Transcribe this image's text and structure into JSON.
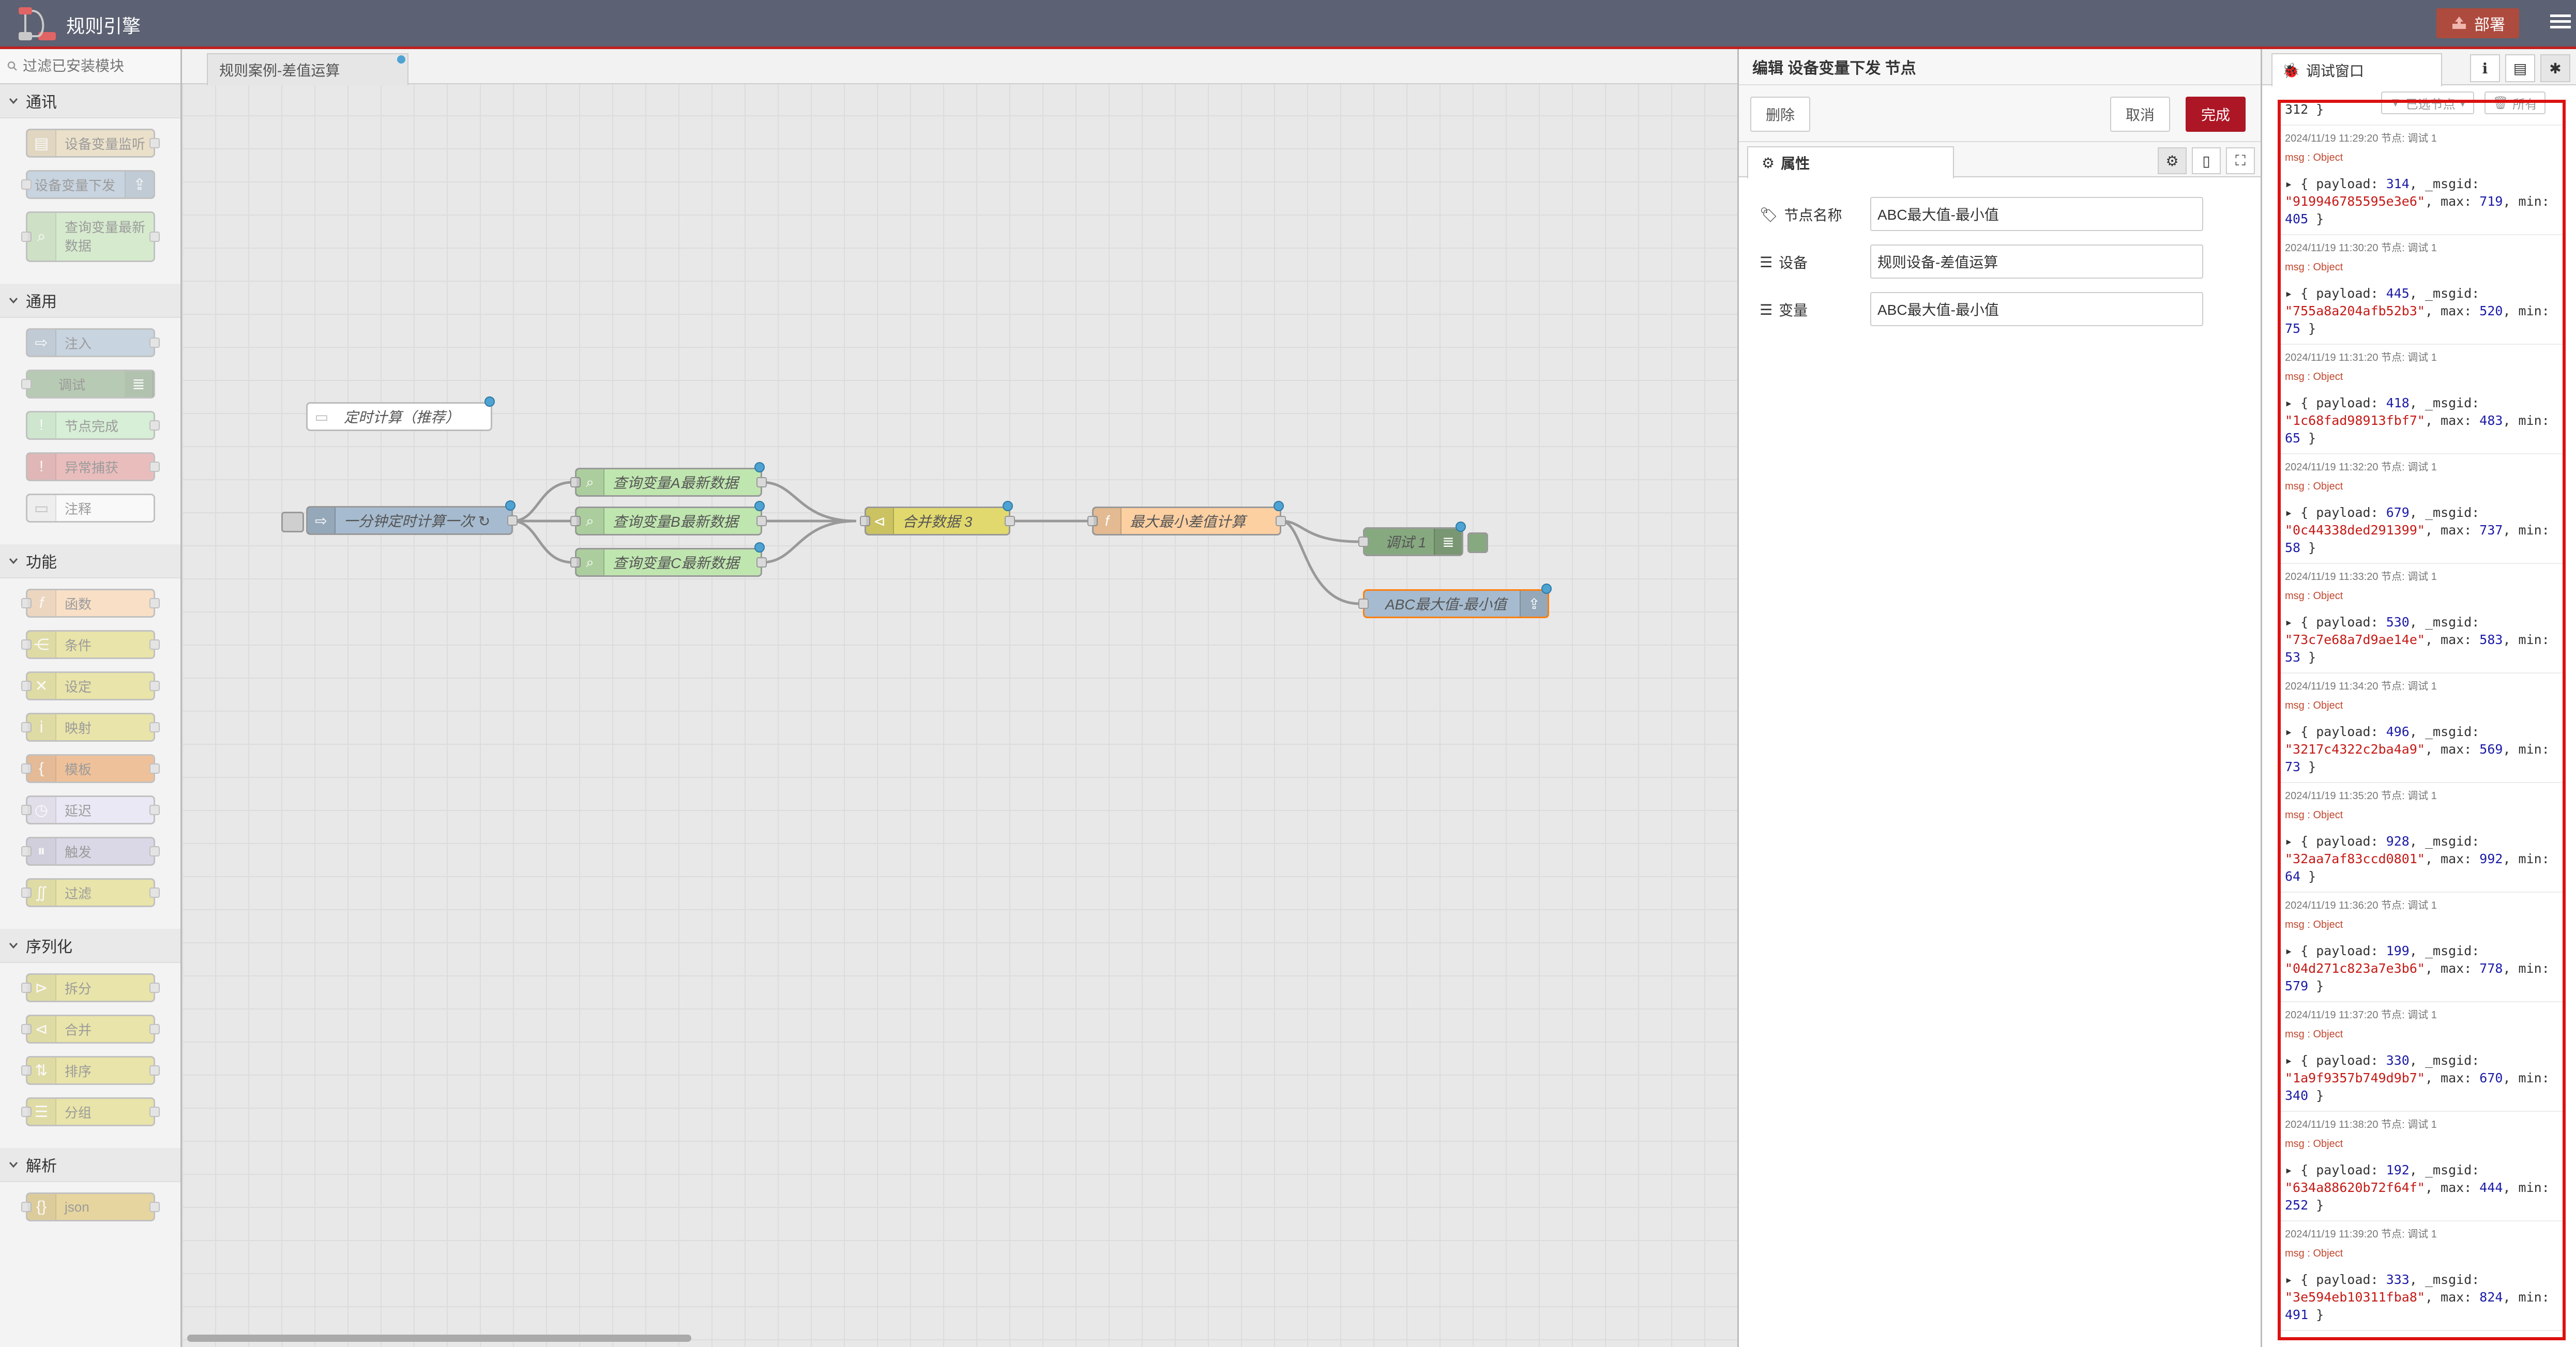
{
  "header": {
    "app_title": "规则引擎",
    "deploy_label": "部署"
  },
  "palette": {
    "search_placeholder": "过滤已安装模块",
    "categories": [
      {
        "title": "通讯",
        "nodes": [
          "设备变量监听",
          "设备变量下发",
          "查询变量最新数据"
        ]
      },
      {
        "title": "通用",
        "nodes": [
          "注入",
          "调试",
          "节点完成",
          "异常捕获",
          "注释"
        ]
      },
      {
        "title": "功能",
        "nodes": [
          "函数",
          "条件",
          "设定",
          "映射",
          "模板",
          "延迟",
          "触发",
          "过滤"
        ]
      },
      {
        "title": "序列化",
        "nodes": [
          "拆分",
          "合并",
          "排序",
          "分组"
        ]
      },
      {
        "title": "解析",
        "nodes": [
          "json"
        ]
      }
    ],
    "colors": {
      "io": "#d8bfd8",
      "device_in": "#e5d1a8",
      "device_out": "#a6bbcf",
      "query": "#c0deed",
      "inject": "#a6bbcf",
      "debug": "#87a980",
      "complete": "#c0edc0",
      "catch": "#e49191",
      "comment": "#ffffff",
      "function": "#fdd0a2",
      "switch": "#e2d96e",
      "delay": "#e6e0f8",
      "json": "#debd5c",
      "seq": "#e2d96e"
    }
  },
  "workspace": {
    "tab_label": "规则案例-差值运算",
    "nodes": {
      "comment": "定时计算（推荐）",
      "inject": "一分钟定时计算一次 ↻",
      "query_a": "查询变量A最新数据",
      "query_b": "查询变量B最新数据",
      "query_c": "查询变量C最新数据",
      "join": "合并数据 3",
      "func": "最大最小差值计算",
      "debug": "调试 1",
      "device_out": "ABC最大值-最小值"
    }
  },
  "editor": {
    "title": "编辑 设备变量下发 节点",
    "delete_label": "删除",
    "cancel_label": "取消",
    "done_label": "完成",
    "tab_label": "属性",
    "fields": [
      {
        "label": "节点名称",
        "value": "ABC最大值-最小值"
      },
      {
        "label": "设备",
        "value": "规则设备-差值运算"
      },
      {
        "label": "变量",
        "value": "ABC最大值-最小值"
      }
    ]
  },
  "debug": {
    "tab_label": "调试窗口",
    "filter_label": "已选节点",
    "clear_label": "所有",
    "partial_top": "312 }",
    "messages": [
      {
        "meta": "2024/11/19 11:29:20   节点: 调试 1",
        "type": "msg : Object",
        "payload": "314",
        "msgid": "\"919946785595e3e6\"",
        "max": "719",
        "min": "405"
      },
      {
        "meta": "2024/11/19 11:30:20   节点: 调试 1",
        "type": "msg : Object",
        "payload": "445",
        "msgid": "\"755a8a204afb52b3\"",
        "max": "520",
        "min": "75"
      },
      {
        "meta": "2024/11/19 11:31:20   节点: 调试 1",
        "type": "msg : Object",
        "payload": "418",
        "msgid": "\"1c68fad98913fbf7\"",
        "max": "483",
        "min": "65"
      },
      {
        "meta": "2024/11/19 11:32:20   节点: 调试 1",
        "type": "msg : Object",
        "payload": "679",
        "msgid": "\"0c44338ded291399\"",
        "max": "737",
        "min": "58"
      },
      {
        "meta": "2024/11/19 11:33:20   节点: 调试 1",
        "type": "msg : Object",
        "payload": "530",
        "msgid": "\"73c7e68a7d9ae14e\"",
        "max": "583",
        "min": "53"
      },
      {
        "meta": "2024/11/19 11:34:20   节点: 调试 1",
        "type": "msg : Object",
        "payload": "496",
        "msgid": "\"3217c4322c2ba4a9\"",
        "max": "569",
        "min": "73"
      },
      {
        "meta": "2024/11/19 11:35:20   节点: 调试 1",
        "type": "msg : Object",
        "payload": "928",
        "msgid": "\"32aa7af83ccd0801\"",
        "max": "992",
        "min": "64"
      },
      {
        "meta": "2024/11/19 11:36:20   节点: 调试 1",
        "type": "msg : Object",
        "payload": "199",
        "msgid": "\"04d271c823a7e3b6\"",
        "max": "778",
        "min": "579"
      },
      {
        "meta": "2024/11/19 11:37:20   节点: 调试 1",
        "type": "msg : Object",
        "payload": "330",
        "msgid": "\"1a9f9357b749d9b7\"",
        "max": "670",
        "min": "340"
      },
      {
        "meta": "2024/11/19 11:38:20   节点: 调试 1",
        "type": "msg : Object",
        "payload": "192",
        "msgid": "\"634a88620b72f64f\"",
        "max": "444",
        "min": "252"
      },
      {
        "meta": "2024/11/19 11:39:20   节点: 调试 1",
        "type": "msg : Object",
        "payload": "333",
        "msgid": "\"3e594eb10311fba8\"",
        "max": "824",
        "min": "491"
      }
    ]
  }
}
